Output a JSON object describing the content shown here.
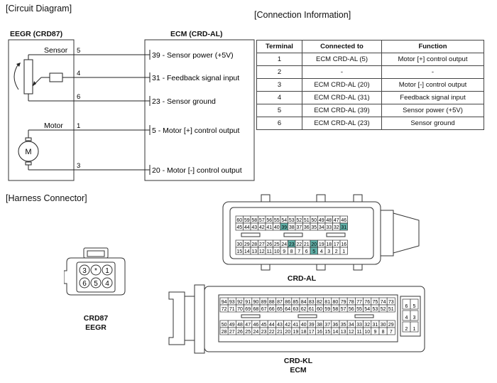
{
  "circuit": {
    "section_title": "[Circuit Diagram]",
    "eegr_title": "EEGR (CRD87)",
    "ecm_title": "ECM (CRD-AL)",
    "sensor_label": "Sensor",
    "motor_label": "Motor",
    "motor_symbol": "M",
    "pins": [
      {
        "eegr_pin": "5",
        "ecm_label": "39 - Sensor power (+5V)"
      },
      {
        "eegr_pin": "4",
        "ecm_label": "31 - Feedback signal input"
      },
      {
        "eegr_pin": "6",
        "ecm_label": "23 - Sensor ground"
      },
      {
        "eegr_pin": "1",
        "ecm_label": "5 - Motor [+] control output"
      },
      {
        "eegr_pin": "3",
        "ecm_label": "20 - Motor [-] control output"
      }
    ]
  },
  "connection": {
    "section_title": "[Connection Information]",
    "headers": [
      "Terminal",
      "Connected to",
      "Function"
    ],
    "rows": [
      [
        "1",
        "ECM CRD-AL (5)",
        "Motor [+] control output"
      ],
      [
        "2",
        "-",
        "-"
      ],
      [
        "3",
        "ECM CRD-AL (20)",
        "Motor [-] control output"
      ],
      [
        "4",
        "ECM CRD-AL (31)",
        "Feedback signal input"
      ],
      [
        "5",
        "ECM CRD-AL (39)",
        "Sensor power (+5V)"
      ],
      [
        "6",
        "ECM CRD-AL (23)",
        "Sensor ground"
      ]
    ]
  },
  "harness": {
    "section_title": "[Harness Connector]",
    "crd87": {
      "caption_line1": "CRD87",
      "caption_line2": "EEGR",
      "top_pins": [
        "3",
        "*",
        "1"
      ],
      "bottom_pins": [
        "6",
        "5",
        "4"
      ]
    },
    "crd_al": {
      "caption": "CRD-AL",
      "highlight_color": "#5fb0a8",
      "row1": [
        "60",
        "59",
        "58",
        "57",
        "56",
        "55",
        "54",
        "53",
        "52",
        "51",
        "50",
        "49",
        "48",
        "47",
        "46"
      ],
      "row2": [
        "45",
        "44",
        "43",
        "42",
        "41",
        "40",
        "39",
        "38",
        "37",
        "36",
        "35",
        "34",
        "33",
        "32",
        "31"
      ],
      "row3": [
        "30",
        "29",
        "28",
        "27",
        "26",
        "25",
        "24",
        "23",
        "22",
        "21",
        "20",
        "19",
        "18",
        "17",
        "16"
      ],
      "row4": [
        "15",
        "14",
        "13",
        "12",
        "11",
        "10",
        "9",
        "8",
        "7",
        "6",
        "5",
        "4",
        "3",
        "2",
        "1"
      ],
      "highlighted": [
        "39",
        "31",
        "23",
        "20",
        "5"
      ]
    },
    "crd_kl": {
      "caption_line1": "CRD-KL",
      "caption_line2": "ECM",
      "row1": [
        "94",
        "93",
        "92",
        "91",
        "90",
        "89",
        "88",
        "87",
        "86",
        "85",
        "84",
        "83",
        "82",
        "81",
        "80",
        "79",
        "78",
        "77",
        "76",
        "75",
        "74",
        "73"
      ],
      "row2": [
        "72",
        "71",
        "70",
        "69",
        "68",
        "67",
        "66",
        "65",
        "64",
        "63",
        "62",
        "61",
        "60",
        "59",
        "58",
        "57",
        "56",
        "55",
        "54",
        "53",
        "52",
        "51"
      ],
      "row3": [
        "50",
        "49",
        "48",
        "47",
        "46",
        "45",
        "44",
        "43",
        "42",
        "41",
        "40",
        "39",
        "38",
        "37",
        "36",
        "35",
        "34",
        "33",
        "32",
        "31",
        "30",
        "29"
      ],
      "row4": [
        "28",
        "27",
        "26",
        "25",
        "24",
        "23",
        "22",
        "21",
        "20",
        "19",
        "18",
        "17",
        "16",
        "15",
        "14",
        "13",
        "12",
        "11",
        "10",
        "9",
        "8",
        "7"
      ],
      "side": [
        [
          "6",
          "5"
        ],
        [
          "4",
          "3"
        ],
        [
          "2",
          "1"
        ]
      ]
    }
  }
}
